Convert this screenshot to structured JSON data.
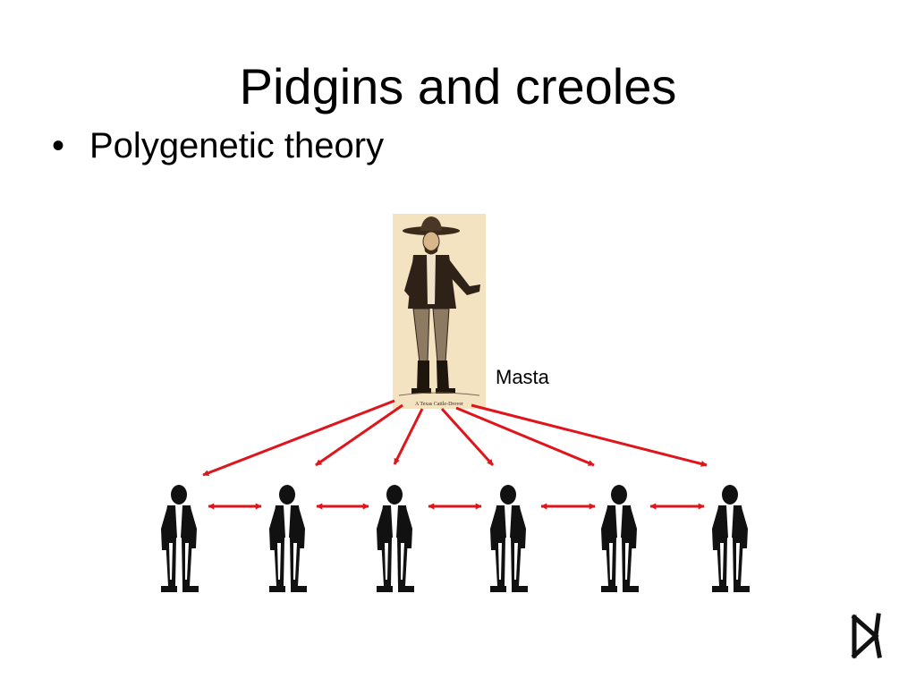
{
  "slide": {
    "title": "Pidgins and creoles",
    "bullets": [
      {
        "marker": "•",
        "text": "Polygenetic theory"
      }
    ]
  },
  "diagram": {
    "top_label": "Masta",
    "engraving_caption": "A Texas Cattle-Drover",
    "laborer_count": 6,
    "arrow_color": "#e0141b",
    "panel_color": "#f4e3c1"
  },
  "logo": {
    "icon": "brand-chevron-logo-icon"
  }
}
